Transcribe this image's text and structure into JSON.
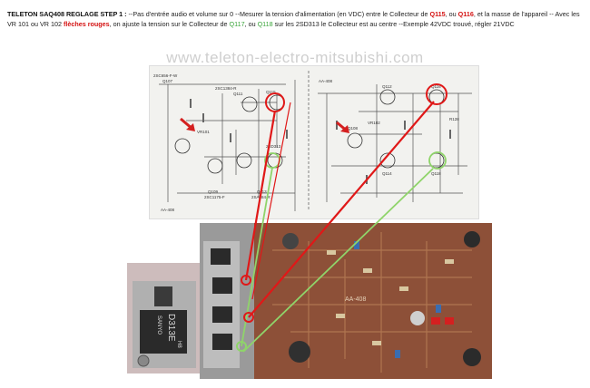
{
  "instructions": {
    "title": "TELETON SAQ408 REGLAGE STEP 1 :",
    "p1": " --Pas d'entrée audio et volume sur 0   --Mesurer la tension d'alimentation (en VDC) entre le Collecteur de ",
    "q115": "Q115",
    "p2": ", ou ",
    "q116": "Q116",
    "p3": ", et la masse de l'appareil  -- Avec les VR 101 ou VR 102 ",
    "fleches": "flèches rouges",
    "p4": ", on ajuste la tension sur le Collecteur de ",
    "q117": "Q117",
    "p5": ", ou ",
    "q118": "Q118",
    "p6": "  sur les 2SD313 le Collecteur est au centre --Exemple 42VDC trouvé, régler 21VDC"
  },
  "watermark": "www.teleton-electro-mitsubishi.com",
  "schematic_left": {
    "labels": [
      "2SC656-F-W",
      "Q107",
      "2SC1384-R",
      "Q111",
      "Q115",
      "Q109",
      "2SC1175-F",
      "Q113",
      "2SA684-R",
      "2SD313",
      "AA-408",
      "VR101"
    ]
  },
  "schematic_right": {
    "labels": [
      "AA-408",
      "Q112",
      "Q116",
      "Q108",
      "Q114",
      "Q118",
      "VR102",
      "R128"
    ]
  },
  "board": {
    "silkscreen": "AA-408"
  },
  "closeup": {
    "part_text": "D313E",
    "maker": "SANYO",
    "mark": "H8"
  }
}
